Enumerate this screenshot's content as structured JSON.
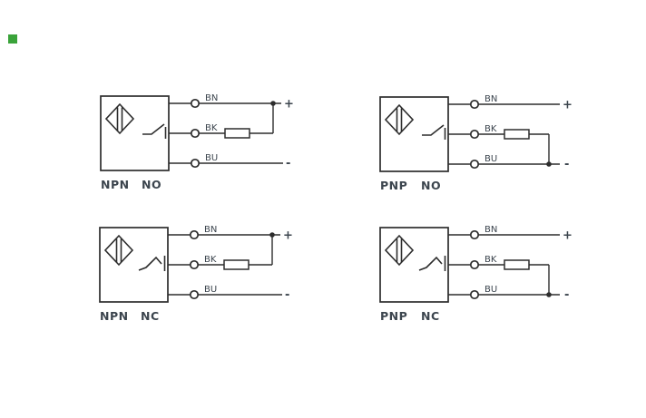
{
  "colors": {
    "line": "#2d2d2d",
    "text": "#3c454e",
    "marker": "#3aa33a"
  },
  "corner_marker": {
    "shape": "green-square"
  },
  "diagrams": [
    {
      "type_label": "NPN",
      "contact_label": "NO",
      "wires": [
        {
          "label": "BN",
          "terminal": "+"
        },
        {
          "label": "BK",
          "terminal": ""
        },
        {
          "label": "BU",
          "terminal": "-"
        }
      ]
    },
    {
      "type_label": "PNP",
      "contact_label": "NO",
      "wires": [
        {
          "label": "BN",
          "terminal": "+"
        },
        {
          "label": "BK",
          "terminal": ""
        },
        {
          "label": "BU",
          "terminal": "-"
        }
      ]
    },
    {
      "type_label": "NPN",
      "contact_label": "NC",
      "wires": [
        {
          "label": "BN",
          "terminal": "+"
        },
        {
          "label": "BK",
          "terminal": ""
        },
        {
          "label": "BU",
          "terminal": "-"
        }
      ]
    },
    {
      "type_label": "PNP",
      "contact_label": "NC",
      "wires": [
        {
          "label": "BN",
          "terminal": "+"
        },
        {
          "label": "BK",
          "terminal": ""
        },
        {
          "label": "BU",
          "terminal": "-"
        }
      ]
    }
  ]
}
